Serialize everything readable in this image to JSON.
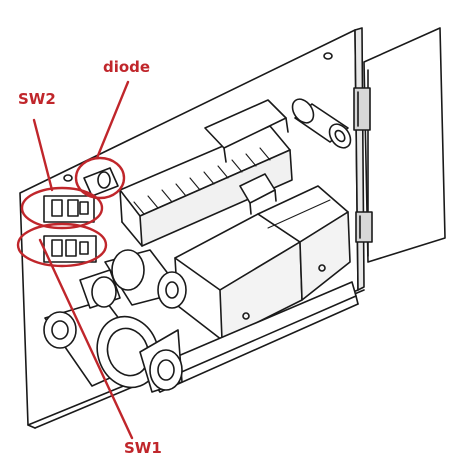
{
  "annotation_color": "#c0262b",
  "line_color": "#1a1a1a",
  "labels": {
    "diode": "diode",
    "sw2": "SW2",
    "sw1": "SW1"
  }
}
